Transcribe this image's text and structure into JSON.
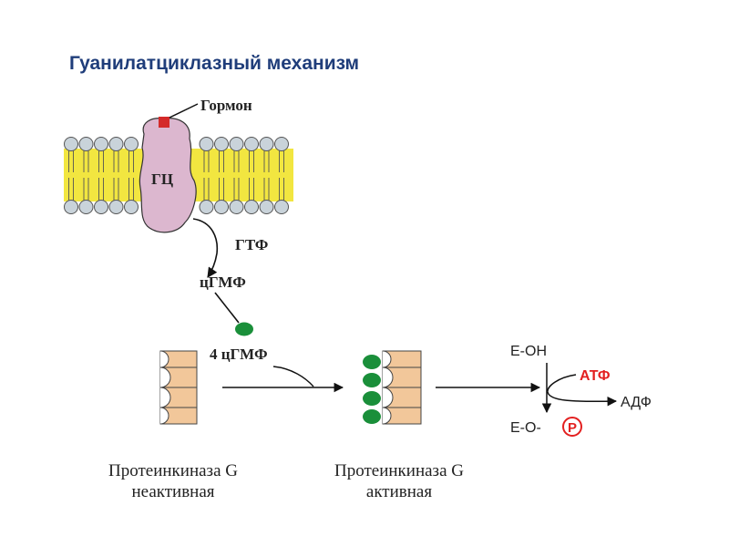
{
  "title": "Гуанилатциклазный механизм",
  "labels": {
    "hormone": "Гормон",
    "gc": "ГЦ",
    "gtp": "ГТФ",
    "cgmp": "цГМФ",
    "cgmp4": "4 цГМФ",
    "eoh": "Е-ОН",
    "atp": "АТФ",
    "adp": "АДФ",
    "eop": "Е-О-",
    "p": "Р"
  },
  "captions": {
    "inactive_line1": "Протеинкиназа G",
    "inactive_line2": "неактивная",
    "active_line1": "Протеинкиназа G",
    "active_line2": "активная"
  },
  "colors": {
    "title": "#1f3d7a",
    "lipid_head": "#c9d3da",
    "lipid_tail": "#f2e640",
    "enzyme": "#dcb7cf",
    "hormone": "#d42a2a",
    "kinase": "#f2c79a",
    "cgmp": "#1a8f3a",
    "atp": "#e32020"
  }
}
